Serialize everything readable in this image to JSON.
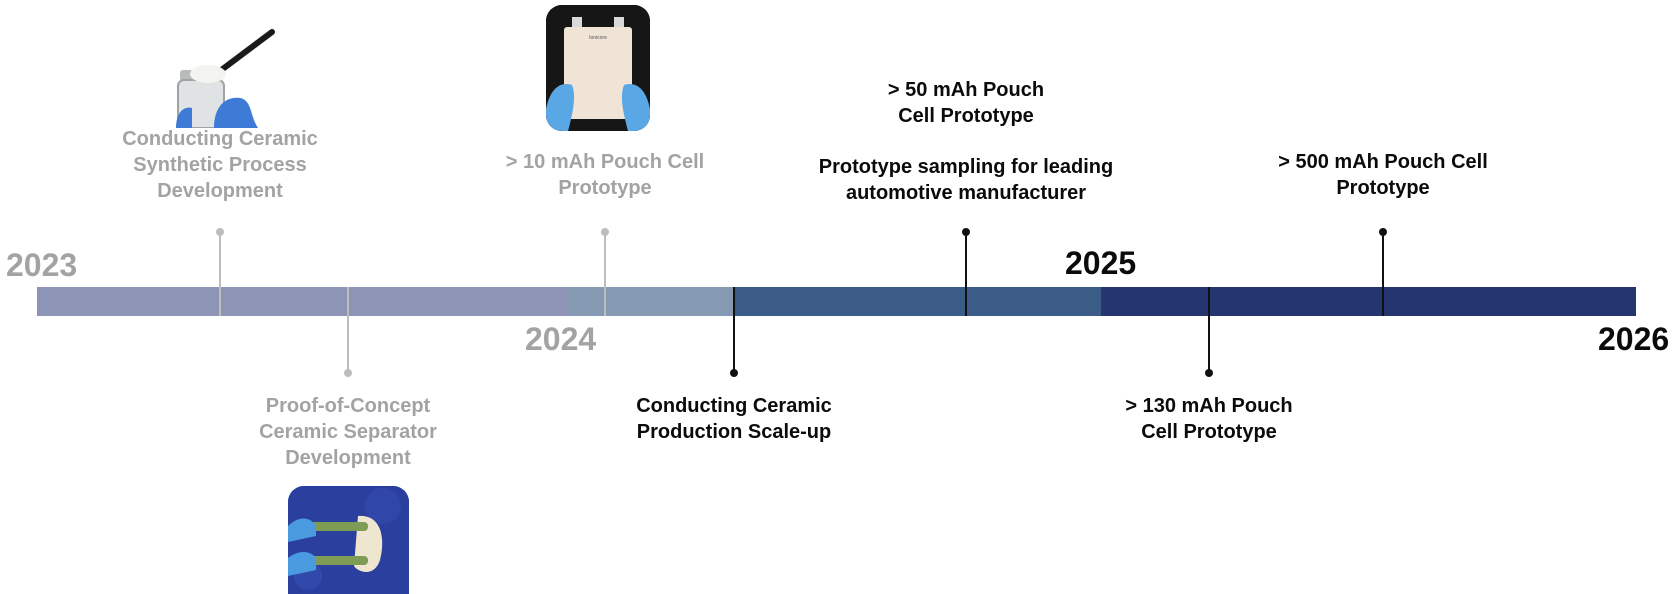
{
  "years": {
    "y2023": "2023",
    "y2024": "2024",
    "y2025": "2025",
    "y2026": "2026"
  },
  "colors": {
    "segment_2023": "#8e94b6",
    "segment_2024a": "#8599b2",
    "segment_2024b": "#3b5c86",
    "segment_2025": "#243570",
    "faded_text": "#a3a3a3",
    "active_text": "#0b0b0b"
  },
  "milestones": {
    "ceramic_process": "Conducting Ceramic\nSynthetic Process\nDevelopment",
    "separator_poc": "Proof-of-Concept\nCeramic Separator\nDevelopment",
    "pouch_10": "> 10 mAh Pouch Cell\nPrototype",
    "scale_up": "Conducting Ceramic\nProduction Scale-up",
    "pouch_50": "> 50 mAh Pouch\nCell Prototype",
    "sampling": "Prototype sampling for leading\nautomotive manufacturer",
    "pouch_130": "> 130 mAh Pouch\nCell Prototype",
    "pouch_500": "> 500 mAh Pouch Cell\nPrototype"
  },
  "photo_texts": {
    "pouch_cell_brand": "Ionicore"
  }
}
